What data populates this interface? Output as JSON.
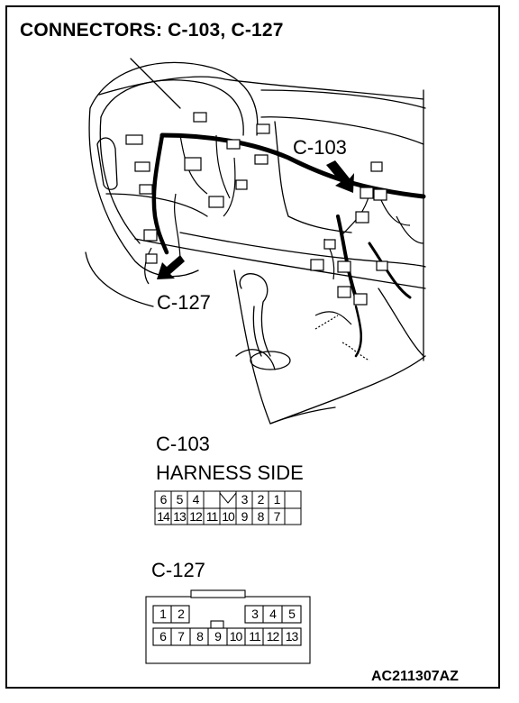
{
  "title": "CONNECTORS: C-103, C-127",
  "callouts": {
    "c103": "C-103",
    "c127": "C-127"
  },
  "harness": {
    "code": "C-103",
    "side": "HARNESS SIDE",
    "top_row": [
      "6",
      "5",
      "4",
      "",
      "3",
      "2",
      "1"
    ],
    "bottom_row": [
      "14",
      "13",
      "12",
      "11",
      "10",
      "9",
      "8",
      "7"
    ]
  },
  "connector_127": {
    "code": "C-127",
    "top_left": [
      "1",
      "2"
    ],
    "top_right": [
      "3",
      "4",
      "5"
    ],
    "bottom_row": [
      "6",
      "7",
      "8",
      "9",
      "10",
      "11",
      "12",
      "13"
    ]
  },
  "reference": "AC211307AZ"
}
